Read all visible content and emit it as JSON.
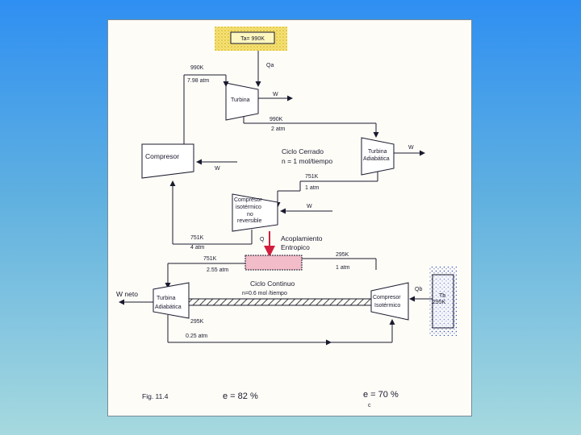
{
  "labels": {
    "ta": "Ta= 990K",
    "qa": "Qa",
    "t_990_in": "990K",
    "p_798": "7.98 atm",
    "turbina_top": "Turbina",
    "w_top": "W",
    "t_990_out": "990K",
    "p_2": "2 atm",
    "compresor_left": "Compresor",
    "w_compresor": "W",
    "ciclo_cerrado": "Ciclo Cerrado",
    "n_closed": "n = 1 mol/tiempo",
    "turbina_adiab_right_1": "Turbina",
    "turbina_adiab_right_2": "Adiabática",
    "w_right": "W",
    "t_751_mid": "751K",
    "p_1_mid": "1 atm",
    "comp_iso_1": "Compresor",
    "comp_iso_2": "isotérmico",
    "comp_iso_3": "no",
    "comp_iso_4": "reversible",
    "w_comp_iso": "W",
    "t_751_low": "751K",
    "p_4": "4 atm",
    "q_coupling": "Q",
    "acoplamiento_1": "Acoplamiento",
    "acoplamiento_2": "Entropico",
    "t_751_bottom": "751K",
    "p_255": "2.55 atm",
    "t_295_right": "295K",
    "p_1_right": "1 atm",
    "w_neto": "W neto",
    "turbina_bottom_1": "Turbina",
    "turbina_bottom_2": "Adiabática",
    "ciclo_continuo": "Ciclo Continuo",
    "n_open": "n=0.6 mol /tiempo",
    "comp_bottom_1": "Compresor",
    "comp_bottom_2": "Isotérmico",
    "qb": "Qb",
    "tb": "Tb",
    "tb_val": "295K",
    "t_295_bottom": "295K",
    "p_025": "0.25 atm",
    "fig": "Fig. 11.4",
    "eff_left": "e =   82 %",
    "eff_right": "e = 70 %",
    "eff_right_sub": "c"
  },
  "colors": {
    "background_top": "#2f8ff2",
    "background_bottom": "#a6d9df",
    "reservoir_hot": "#f5e27a",
    "reservoir_cold_dots": "#3550c8",
    "coupling_fill": "#f2bcc8",
    "coupling_arrow": "#d21e3c",
    "ink": "#1a1a2e"
  }
}
